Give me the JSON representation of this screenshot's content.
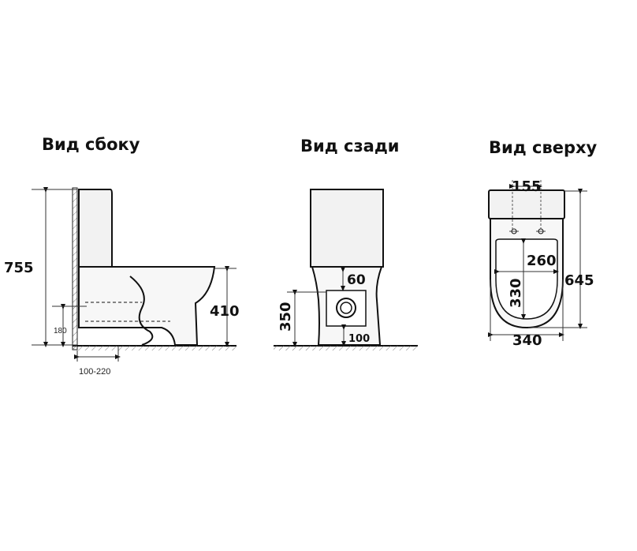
{
  "views": {
    "side": {
      "title": "Вид сбоку"
    },
    "rear": {
      "title": "Вид сзади"
    },
    "top": {
      "title": "Вид сверху"
    }
  },
  "dimensions": {
    "side": {
      "total_height": "755",
      "seat_height": "410",
      "outlet_height": "180",
      "outlet_offset": "100-220"
    },
    "rear": {
      "inlet_height": "350",
      "inlet_offset_top": "60",
      "inlet_offset_bottom": "100"
    },
    "top": {
      "tank_holes": "155",
      "bowl_inner_width": "260",
      "bowl_inner_length": "330",
      "total_length": "645",
      "total_width": "340"
    }
  },
  "colors": {
    "line": "#111111",
    "shade": "#e8e8e8",
    "dim_line": "#333333"
  }
}
